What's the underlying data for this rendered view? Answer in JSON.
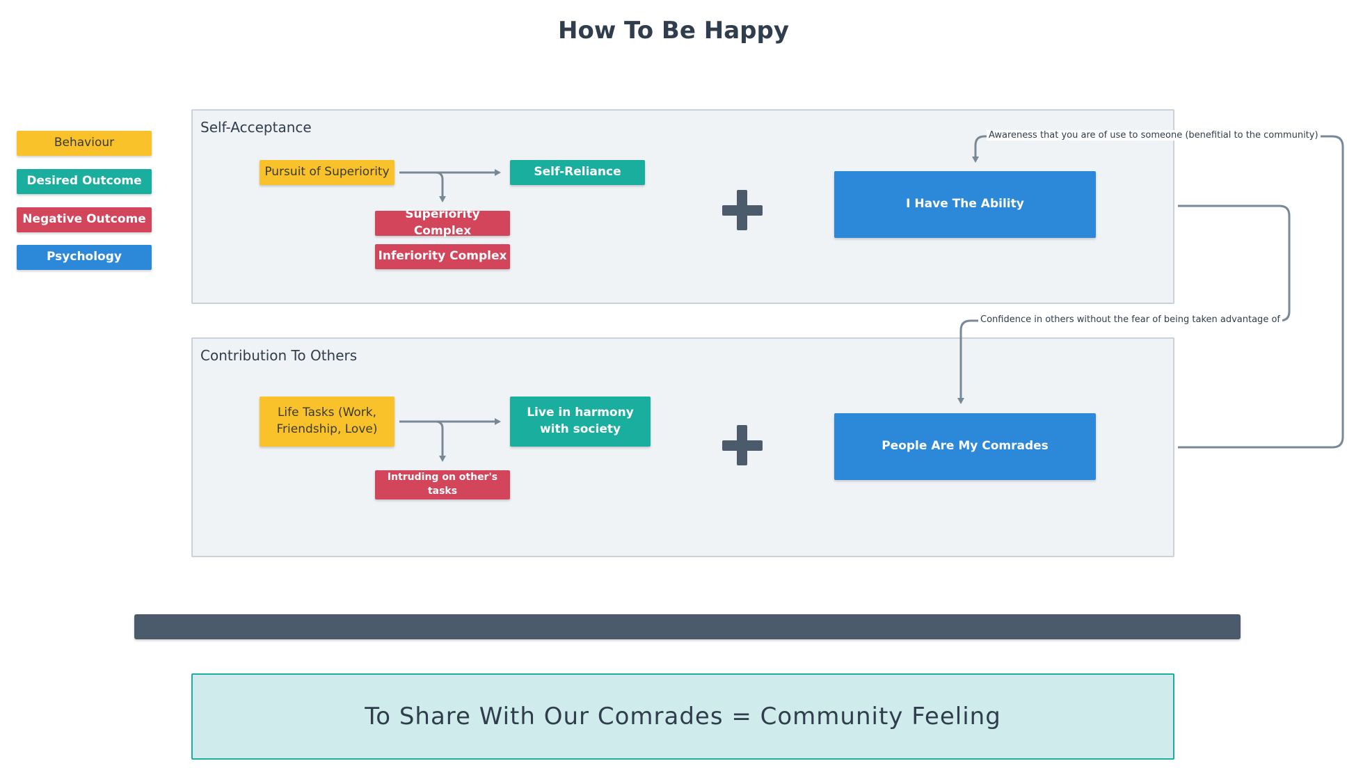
{
  "title": "How To Be Happy",
  "legend": {
    "behaviour": "Behaviour",
    "desired_outcome": "Desired Outcome",
    "negative_outcome": "Negative Outcome",
    "psychology": "Psychology"
  },
  "self_acceptance": {
    "title": "Self-Acceptance",
    "pursuit": "Pursuit of Superiority",
    "self_reliance": "Self-Reliance",
    "superiority_complex": "Superiority Complex",
    "inferiority_complex": "Inferiority Complex",
    "ability": "I Have The Ability"
  },
  "contribution": {
    "title": "Contribution To Others",
    "life_tasks_line1": "Life Tasks (Work,",
    "life_tasks_line2": "Friendship, Love)",
    "harmony_line1": "Live in harmony",
    "harmony_line2": "with society",
    "intruding": "Intruding on other's tasks",
    "comrades": "People Are My Comrades"
  },
  "connectors": {
    "awareness": "Awareness that you are of use to someone (benefitial to the community)",
    "confidence": "Confidence in others without the fear of being taken advantage of"
  },
  "result": "To Share With Our Comrades = Community Feeling",
  "colors": {
    "behaviour": "#f9c22b",
    "desired": "#1aae9f",
    "negative": "#d3455b",
    "psychology": "#2c88d9",
    "connector": "#788896",
    "plus": "#4b5b6b"
  }
}
